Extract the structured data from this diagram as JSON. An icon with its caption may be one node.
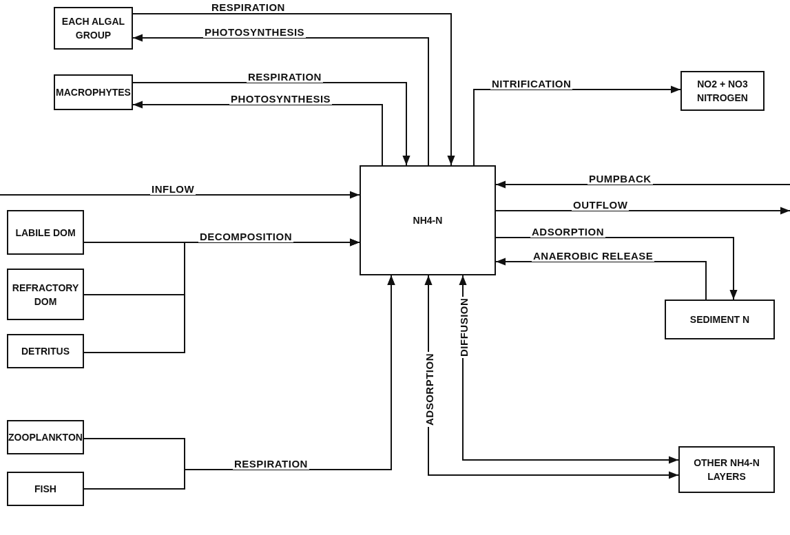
{
  "diagram": {
    "nodes": [
      {
        "text": [
          "EACH ALGAL GROUP"
        ]
      },
      {
        "text": [
          "MACROPHYTES"
        ]
      },
      {
        "text": [
          "NH4-N"
        ]
      },
      {
        "text": [
          "NO2 + NO3 NITROGEN"
        ]
      },
      {
        "text": [
          "LABILE DOM"
        ]
      },
      {
        "text": [
          "REFRACTORY DOM"
        ]
      },
      {
        "text": [
          "DETRITUS"
        ]
      },
      {
        "text": [
          "SEDIMENT N"
        ]
      },
      {
        "text": [
          "OTHER NH4-N LAYERS"
        ]
      },
      {
        "text": [
          "ZOOPLANKTON"
        ]
      },
      {
        "text": [
          "FISH"
        ]
      }
    ],
    "edges": [
      {
        "from": 0,
        "to": 2,
        "arrow": "to",
        "label": "RESPIRATION"
      },
      {
        "from": 2,
        "to": 0,
        "arrow": "to",
        "label": "PHOTOSYNTHESIS"
      },
      {
        "from": 1,
        "to": 2,
        "arrow": "to",
        "label": "RESPIRATION"
      },
      {
        "from": 2,
        "to": 1,
        "arrow": "to",
        "label": "PHOTOSYNTHESIS"
      },
      {
        "from": 2,
        "to": 3,
        "arrow": "to",
        "label": "NITRIFICATION"
      },
      {
        "from": null,
        "to": 2,
        "arrow": "to",
        "label": "INFLOW"
      },
      {
        "from": null,
        "to": 2,
        "arrow": "to",
        "label": "PUMPBACK"
      },
      {
        "from": 2,
        "to": null,
        "arrow": "to",
        "label": "OUTFLOW"
      },
      {
        "from": 2,
        "to": 7,
        "arrow": "to",
        "label": "ADSORPTION"
      },
      {
        "from": 7,
        "to": 2,
        "arrow": "to",
        "label": "ANAEROBIC RELEASE"
      },
      {
        "from": 4,
        "to": 2,
        "arrow": "to",
        "label": "DECOMPOSITION"
      },
      {
        "from": 5,
        "to": 2,
        "arrow": "to"
      },
      {
        "from": 6,
        "to": 2,
        "arrow": "to"
      },
      {
        "from": 9,
        "to": 2,
        "arrow": "to",
        "label": "RESPIRATION"
      },
      {
        "from": 10,
        "to": 2,
        "arrow": "to"
      },
      {
        "from": 2,
        "to": 8,
        "arrow": "both",
        "label": "ADSORPTION"
      },
      {
        "from": 2,
        "to": 8,
        "arrow": "both",
        "label": "DIFFUSION"
      }
    ]
  }
}
